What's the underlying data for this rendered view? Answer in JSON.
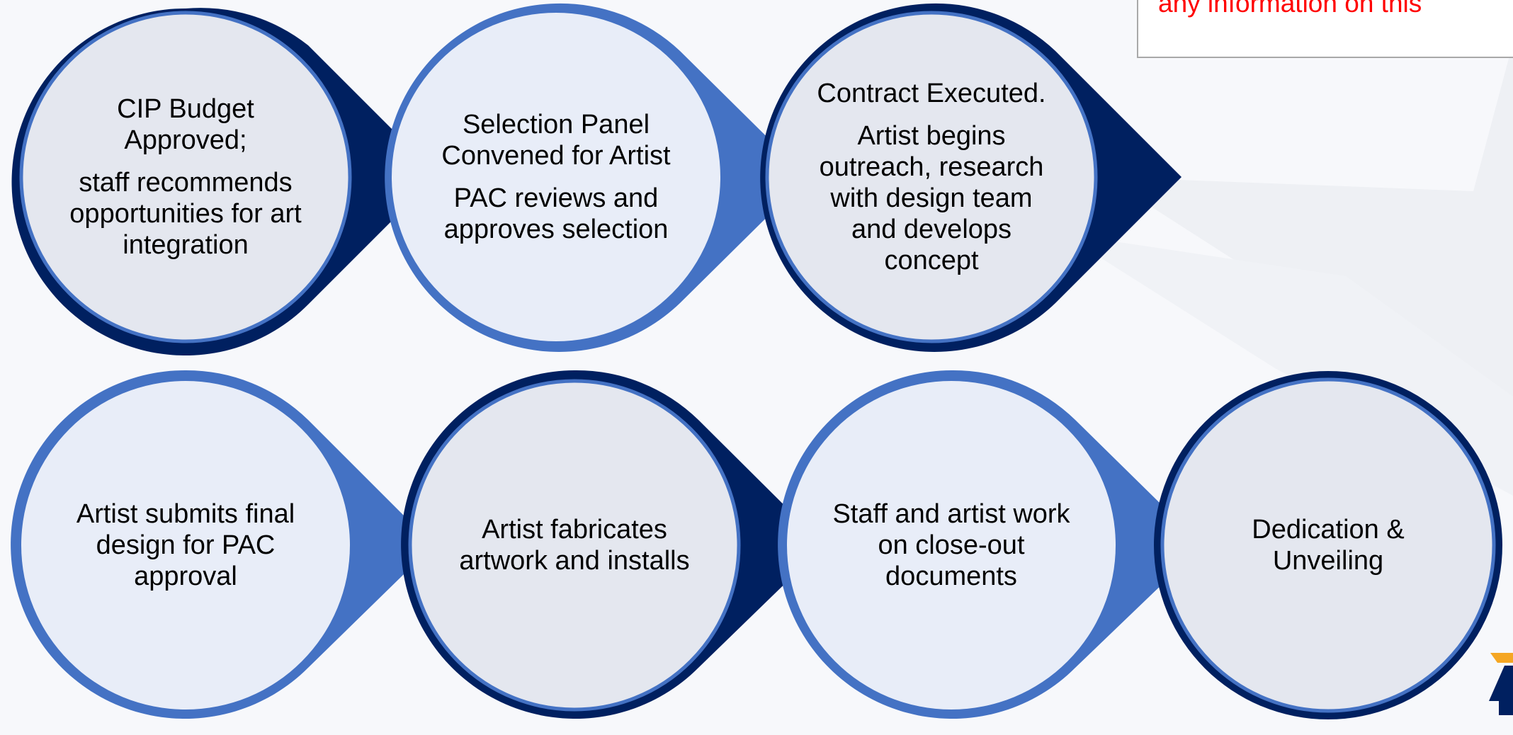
{
  "note": {
    "text": "any information on this"
  },
  "colors": {
    "navy": "#002060",
    "blue": "#4472c4",
    "light_fill": "#e8edf8",
    "grey_fill": "#e4e7ef",
    "note_text": "#ff0000"
  },
  "steps": [
    {
      "id": "step-1",
      "lines": [
        "CIP Budget Approved;",
        "staff recommends opportunities for art integration"
      ]
    },
    {
      "id": "step-2",
      "lines": [
        "Selection Panel Convened for Artist",
        "PAC reviews and approves selection"
      ]
    },
    {
      "id": "step-3",
      "lines": [
        "Contract Executed.",
        "Artist begins outreach, research with design team and develops concept"
      ]
    },
    {
      "id": "step-4",
      "lines": [
        "Artist submits final design for PAC approval"
      ]
    },
    {
      "id": "step-5",
      "lines": [
        "Artist fabricates artwork and installs"
      ]
    },
    {
      "id": "step-6",
      "lines": [
        "Staff and artist work on close-out documents"
      ]
    },
    {
      "id": "step-7",
      "lines": [
        "Dedication & Unveiling"
      ]
    }
  ]
}
